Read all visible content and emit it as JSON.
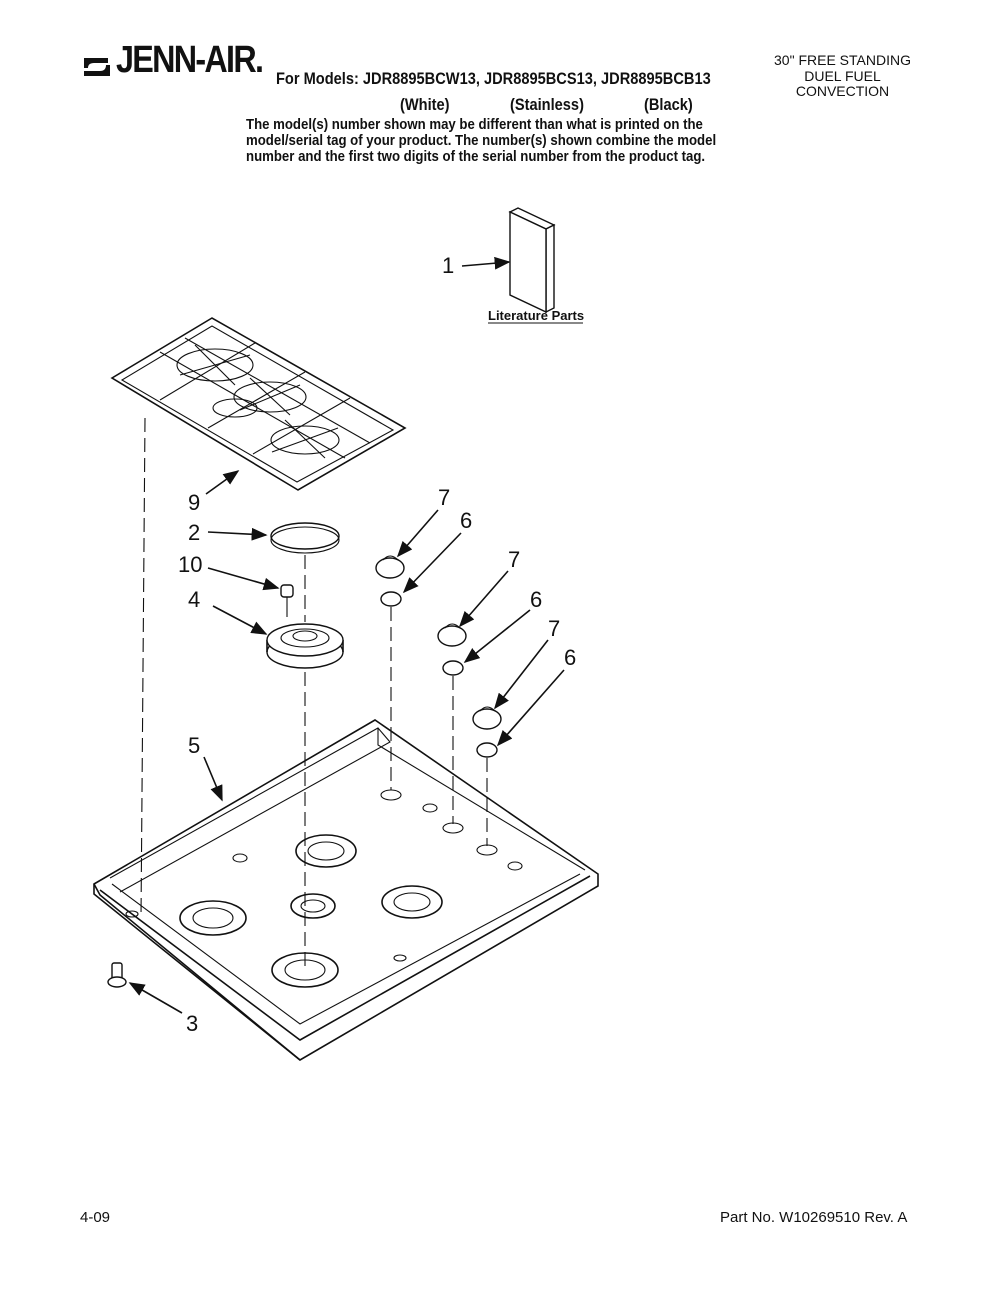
{
  "header": {
    "brand": "JENN-AIR.",
    "models_line": "For Models: JDR8895BCW13, JDR8895BCS13, JDR8895BCB13",
    "variants": [
      "(White)",
      "(Stainless)",
      "(Black)"
    ],
    "note_lines": [
      "The model(s) number shown may be different than what is printed on the",
      "model/serial tag of your product. The number(s) shown combine the model",
      "number and the first two digits of the serial number from the product tag."
    ],
    "product_lines": [
      "30\" FREE STANDING",
      "DUEL FUEL",
      "CONVECTION"
    ]
  },
  "diagram": {
    "literature_label": "Literature Parts",
    "callouts": {
      "c1": "1",
      "c2": "2",
      "c3": "3",
      "c4": "4",
      "c5": "5",
      "c6a": "6",
      "c6b": "6",
      "c6c": "6",
      "c7a": "7",
      "c7b": "7",
      "c7c": "7",
      "c9": "9",
      "c10": "10"
    }
  },
  "footer": {
    "date": "4-09",
    "part_no": "Part No. W10269510 Rev. A"
  }
}
